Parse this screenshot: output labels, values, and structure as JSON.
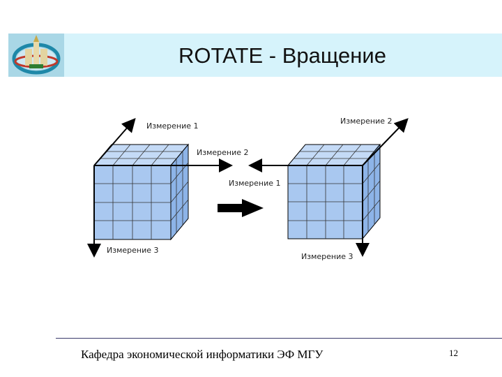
{
  "slide": {
    "title": "ROTATE - Вращение",
    "footer": "Кафедра экономической информатики ЭФ МГУ",
    "page_number": "12"
  },
  "diagram": {
    "left_cube": {
      "axis_top": "Измерение 1",
      "axis_right": "Измерение 2",
      "axis_bottom": "Измерение 3"
    },
    "right_cube": {
      "axis_top": "Измерение 2",
      "axis_left": "Измерение 1",
      "axis_bottom": "Измерение 3"
    }
  },
  "colors": {
    "header_band": "#d6f3fb",
    "logo_bg": "#a9d7e6",
    "cube_front": "#a9c8f0",
    "cube_top": "#c4daf6",
    "cube_side": "#8db4e8"
  },
  "icons": {
    "logo": "university-emblem-icon",
    "rotate": "right-arrow-icon"
  }
}
